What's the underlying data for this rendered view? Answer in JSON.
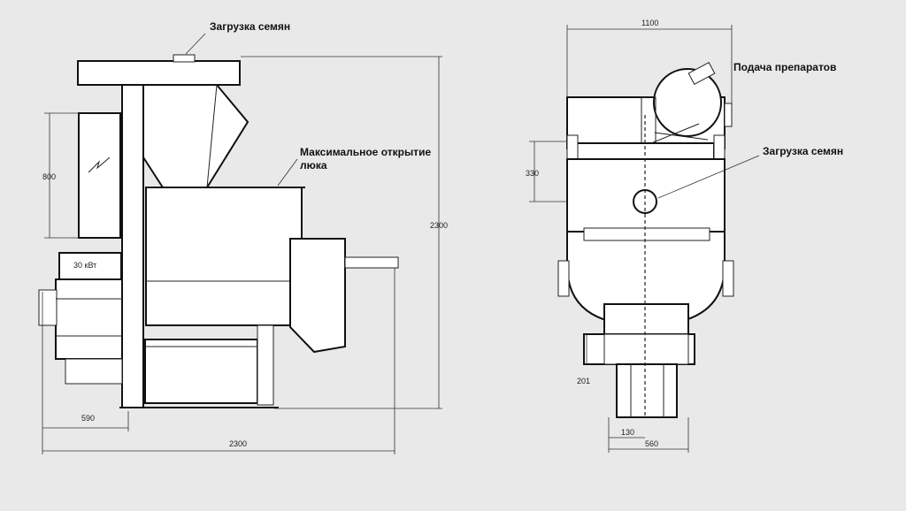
{
  "labels": {
    "seed_loading_side": "Загрузка семян",
    "max_hatch_line1": "Максимальное открытие",
    "max_hatch_line2": "люка",
    "preparations_feed": "Подача препаратов",
    "seed_loading_front": "Загрузка семян",
    "motor_power": "30 кВт"
  },
  "dimensions": {
    "height_800": "800",
    "height_2300": "2300",
    "width_590": "590",
    "length_2300": "2300",
    "width_1100": "1100",
    "height_330": "330",
    "height_201": "201",
    "width_130": "130",
    "width_560": "560"
  }
}
